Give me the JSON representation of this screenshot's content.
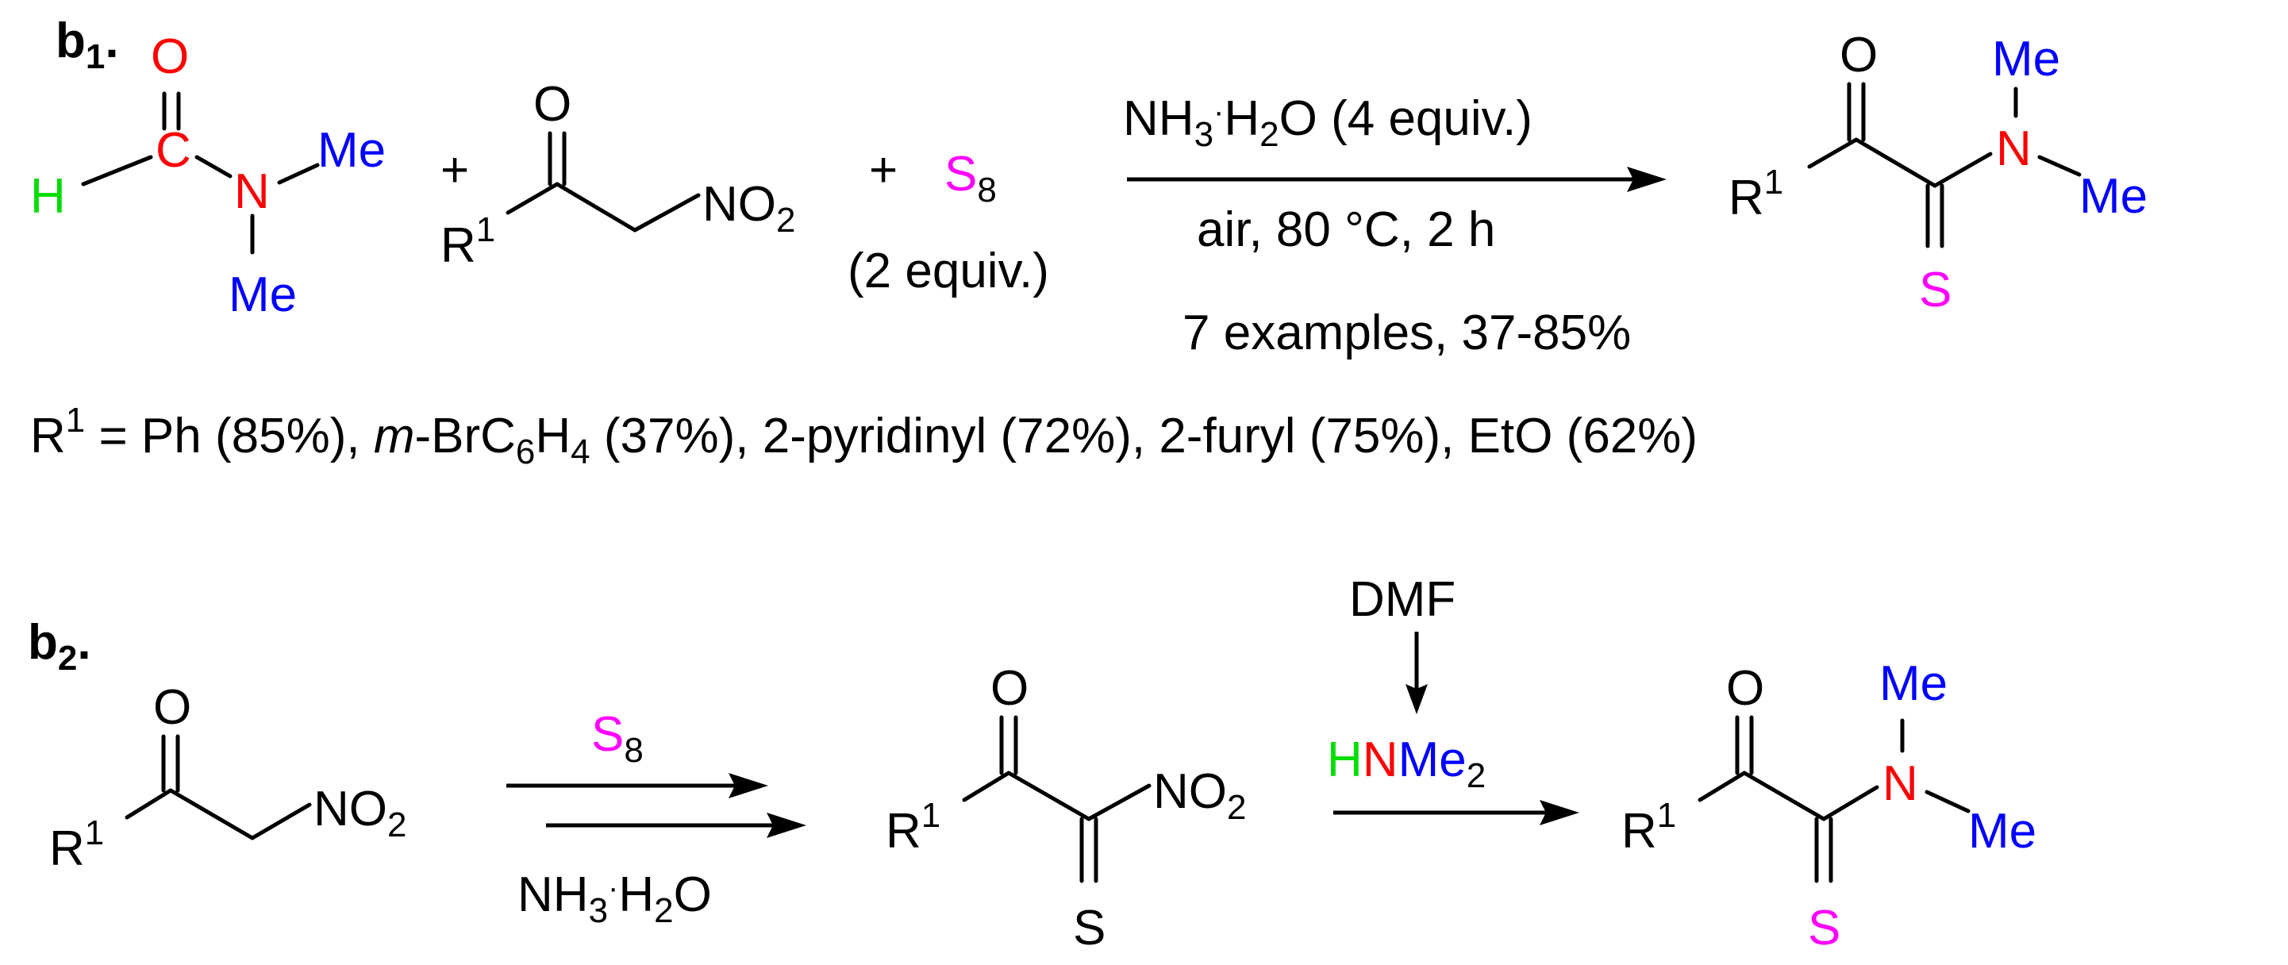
{
  "panels": {
    "b1": {
      "label": "b",
      "label_sub": "1",
      "label_dot": "."
    },
    "b2": {
      "label": "b",
      "label_sub": "2",
      "label_dot": "."
    }
  },
  "colors": {
    "oxygen": "#ff0000",
    "nitrogen": "#ff0000",
    "hydrogen": "#00dd00",
    "carbon": "#ff0000",
    "methyl": "#0000ff",
    "sulfur": "#ff00ff",
    "default": "#000000"
  },
  "atoms": {
    "O": "O",
    "C": "C",
    "H": "H",
    "N": "N",
    "S": "S",
    "Me": "Me",
    "R": "R",
    "R_sup": "1",
    "NO": "NO",
    "NO_sub": "2",
    "S8": "S",
    "S8_sub": "8",
    "plus": "+"
  },
  "b1": {
    "sulfur_equiv": "(2 equiv.)",
    "conditions_top": {
      "nh": "NH",
      "nh_sub": "3",
      "dot": "·",
      "h2o": "H",
      "h2o_sub": "2",
      "o": "O",
      "rest": " (4 equiv.)"
    },
    "conditions_bottom": "air, 80 °C, 2 h",
    "summary": "7 examples, 37-85%",
    "substituents": {
      "r": "R",
      "r_sup": "1",
      "eq": " = Ph (85%), ",
      "m": "m",
      "br": "-BrC",
      "c6": "6",
      "h": "H",
      "h4": "4",
      "rest": " (37%), 2-pyridinyl (72%), 2-furyl (75%), EtO (62%)"
    }
  },
  "b2": {
    "reagent_top": {
      "s": "S",
      "s_sub": "8"
    },
    "reagent_bottom": {
      "nh": "NH",
      "nh_sub": "3",
      "dot": "·",
      "h2o": "H",
      "h2o_sub": "2",
      "o": "O"
    },
    "dmf": "DMF",
    "amine": {
      "h": "H",
      "n": "N",
      "me": "Me",
      "me_sub": "2"
    }
  }
}
